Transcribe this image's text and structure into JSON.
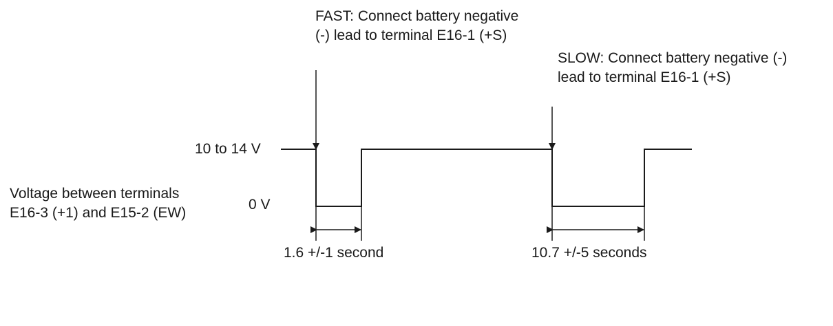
{
  "annotations": {
    "fast_line1": "FAST: Connect battery negative",
    "fast_line2": "(-) lead to terminal E16-1 (+S)",
    "slow_line1": "SLOW: Connect battery negative (-)",
    "slow_line2": "lead to terminal E16-1 (+S)"
  },
  "levels": {
    "high": "10 to 14 V",
    "low": "0 V"
  },
  "signal_label": {
    "line1": "Voltage between terminals",
    "line2": "E16-3 (+1) and E15-2 (EW)"
  },
  "durations": {
    "fast": "1.6 +/-1 second",
    "slow": "10.7 +/-5 seconds"
  },
  "colors": {
    "ink": "#1a1a1a",
    "background": "#ffffff"
  }
}
